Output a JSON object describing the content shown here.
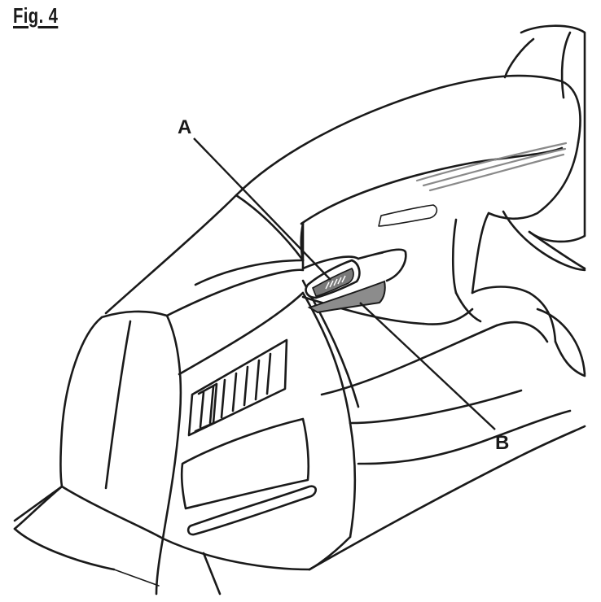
{
  "figure": {
    "title": "Fig. 4"
  },
  "callouts": [
    {
      "id": "A",
      "label": "A"
    },
    {
      "id": "B",
      "label": "B"
    }
  ],
  "colors": {
    "ink": "#1a1a1a",
    "lever_fill": "#7a7a7a",
    "trigger_fill": "#8c8c8c",
    "highlight": "#9a9a9a"
  }
}
